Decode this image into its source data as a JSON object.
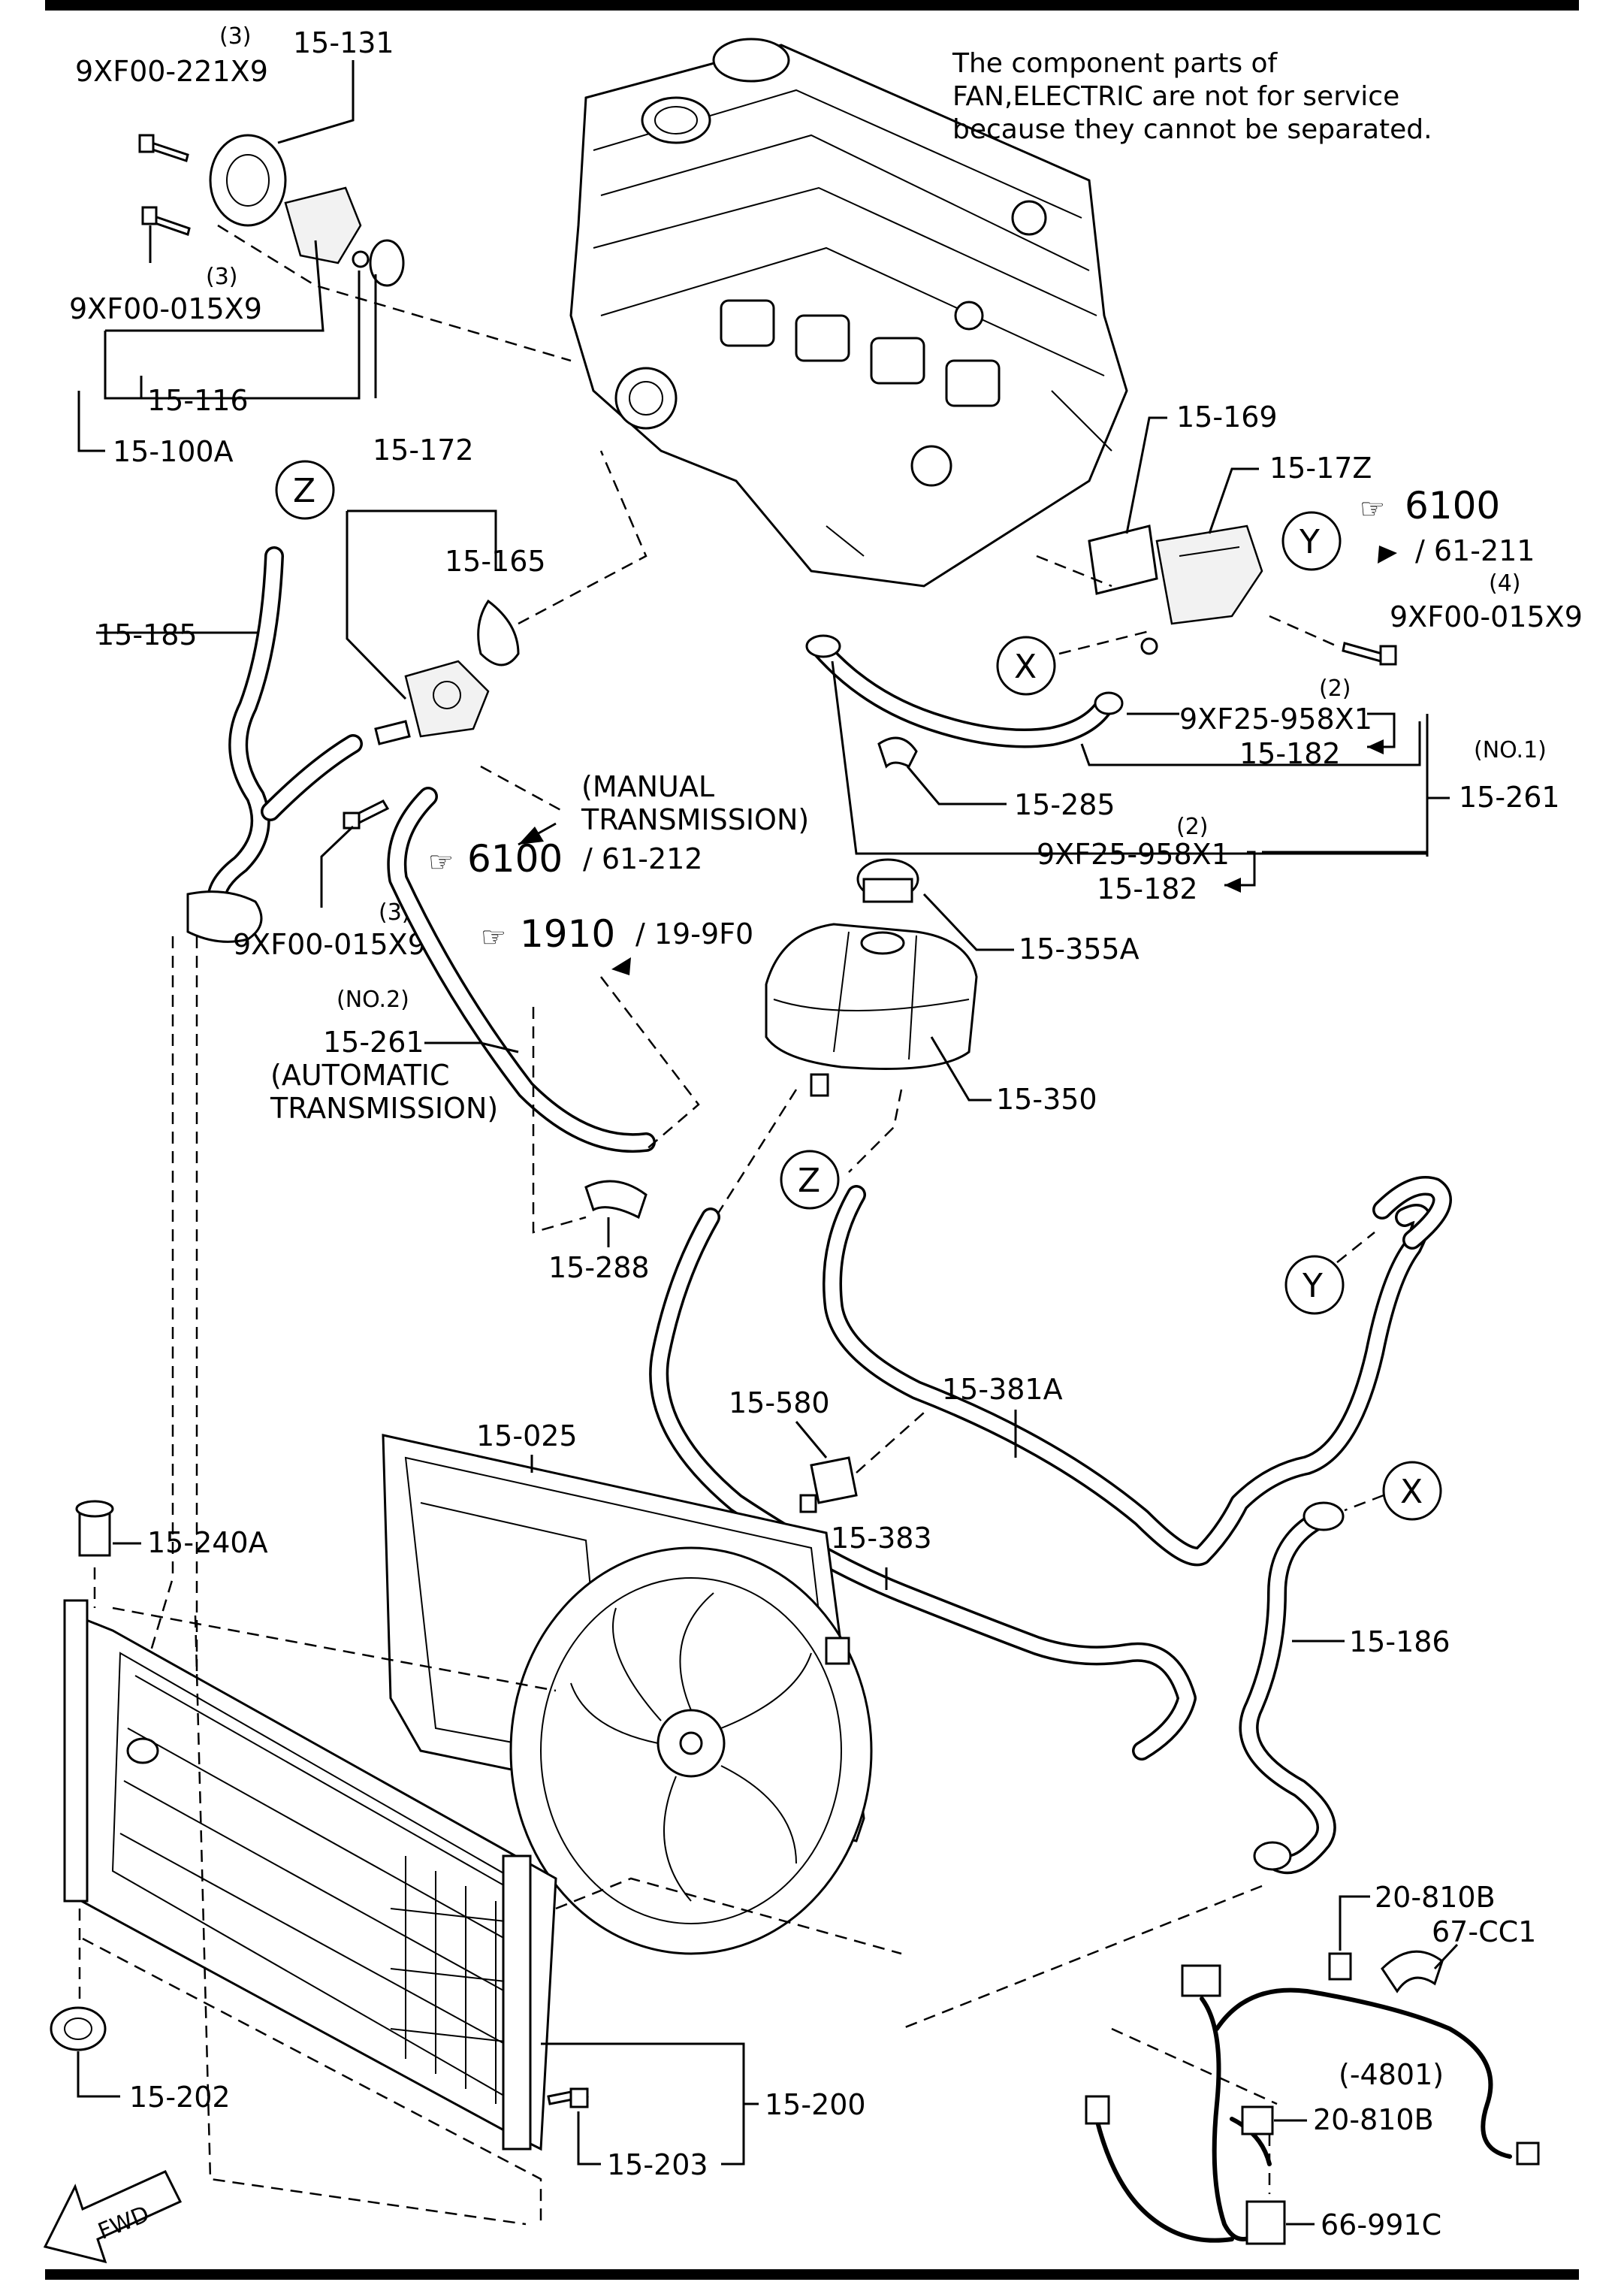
{
  "note": {
    "line1": "The component parts of",
    "line2": "FAN,ELECTRIC are not for service",
    "line3": "because they cannot be separated."
  },
  "callouts": {
    "c_3a": "(3)",
    "p_9xf00_221x9": "9XF00-221X9",
    "p_15_131": "15-131",
    "c_3b": "(3)",
    "p_9xf00_015x9_a": "9XF00-015X9",
    "p_15_116": "15-116",
    "p_15_100a": "15-100A",
    "p_15_172": "15-172",
    "p_15_165": "15-165",
    "p_15_185": "15-185",
    "p_15_169": "15-169",
    "p_15_17z": "15-17Z",
    "ref_6100_a": "6100",
    "ref_61_211": "/ 61-211",
    "c_4": "(4)",
    "p_9xf00_015x9_b": "9XF00-015X9",
    "c_2a": "(2)",
    "p_9xf25_958x1_a": "9XF25-958X1",
    "p_15_182_a": "15-182",
    "c_no1": "(NO.1)",
    "p_15_285": "15-285",
    "p_15_261_a": "15-261",
    "c_2b": "(2)",
    "p_9xf25_958x1_b": "9XF25-958X1",
    "p_15_182_b": "15-182",
    "manual_1": "(MANUAL",
    "manual_2": "TRANSMISSION)",
    "ref_6100_b": "6100",
    "ref_61_212": "/ 61-212",
    "c_3c": "(3)",
    "p_9xf00_015x9_c": "9XF00-015X9",
    "ref_1910": "1910",
    "ref_19_9f0": "/ 19-9F0",
    "c_no2": "(NO.2)",
    "p_15_261_b": "15-261",
    "auto_1": "(AUTOMATIC",
    "auto_2": "TRANSMISSION)",
    "p_15_355a": "15-355A",
    "p_15_350": "15-350",
    "p_15_288": "15-288",
    "p_15_580": "15-580",
    "p_15_381a": "15-381A",
    "p_15_025": "15-025",
    "p_15_383": "15-383",
    "p_15_240a": "15-240A",
    "p_15_186": "15-186",
    "p_20_810b_a": "20-810B",
    "p_67_cc1": "67-CC1",
    "p_4801": "(-4801)",
    "p_20_810b_b": "20-810B",
    "p_15_202": "15-202",
    "p_15_203": "15-203",
    "p_15_200": "15-200",
    "p_66_991c": "66-991C",
    "fwd": "FWD"
  },
  "markers": {
    "z": "Z",
    "y": "Y",
    "x": "X"
  }
}
